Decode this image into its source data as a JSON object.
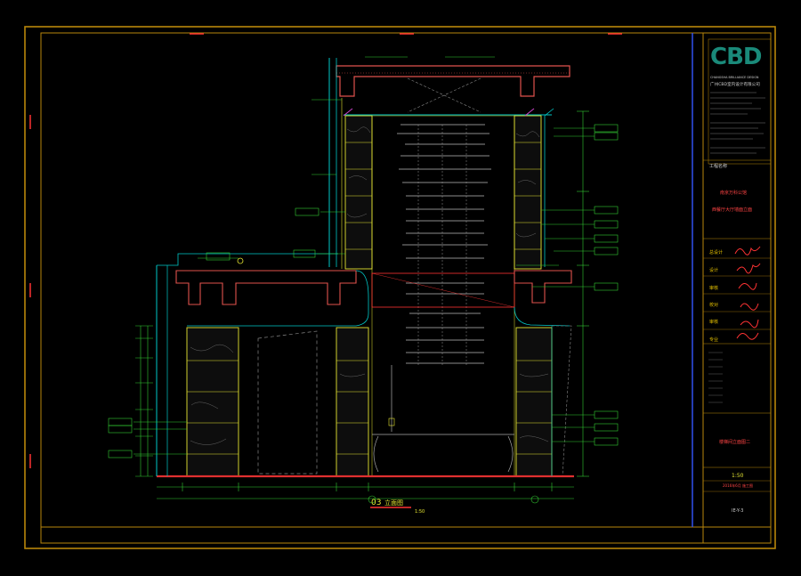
{
  "title_block": {
    "logo": "CBD",
    "company_en": "CHANGSHA BRILLIANCE DESIGN",
    "company_cn": "广州CBD室内设计有限公司",
    "project_label": "工程名称",
    "project_name_1": "南京万科公馆",
    "project_name_2": "西餐厅大厅墙面立面",
    "roles": [
      "总设计",
      "设计",
      "审核",
      "校对",
      "审核",
      "专业"
    ],
    "drawing_title": "楼梯间立面图二",
    "scale": "1:50",
    "date": "2016年6月 施工图",
    "drawing_no": "IE-Y-3"
  },
  "drawing": {
    "view_no": "03",
    "view_title": "立面图",
    "view_scale": "1:50"
  },
  "colors": {
    "frame": "#b8860b",
    "concrete": "#e0524d",
    "wall_line": "#e6e632",
    "dim": "#33cc33",
    "leader": "#00c8c8",
    "glass": "#dddddd",
    "border_blue": "#3355ff",
    "floor": "#e03030"
  }
}
